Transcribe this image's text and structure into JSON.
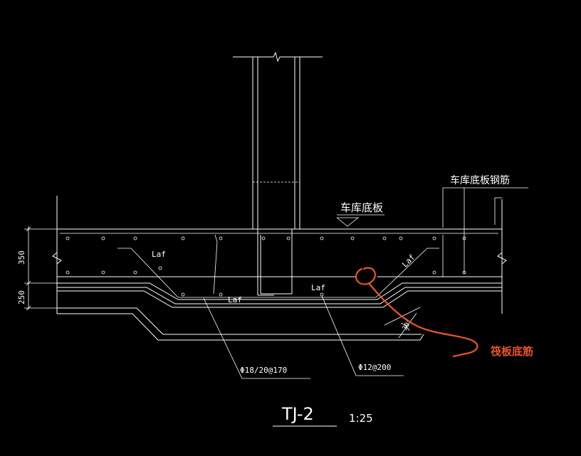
{
  "labels": {
    "garage_slab": "车库底板",
    "garage_slab_rebar": "车库底板钢筋",
    "laf": "Laf",
    "rebar_main": "Φ18/20@170",
    "rebar_secondary": "Φ12@200",
    "dim_top": "350",
    "dim_bottom": "250",
    "angle": "30°",
    "section_id": "TJ-2",
    "scale": "1:25",
    "annotation": "筏板底筋"
  },
  "colors": {
    "background": "#000000",
    "linework": "#ffffff",
    "markup": "#e8552a"
  }
}
